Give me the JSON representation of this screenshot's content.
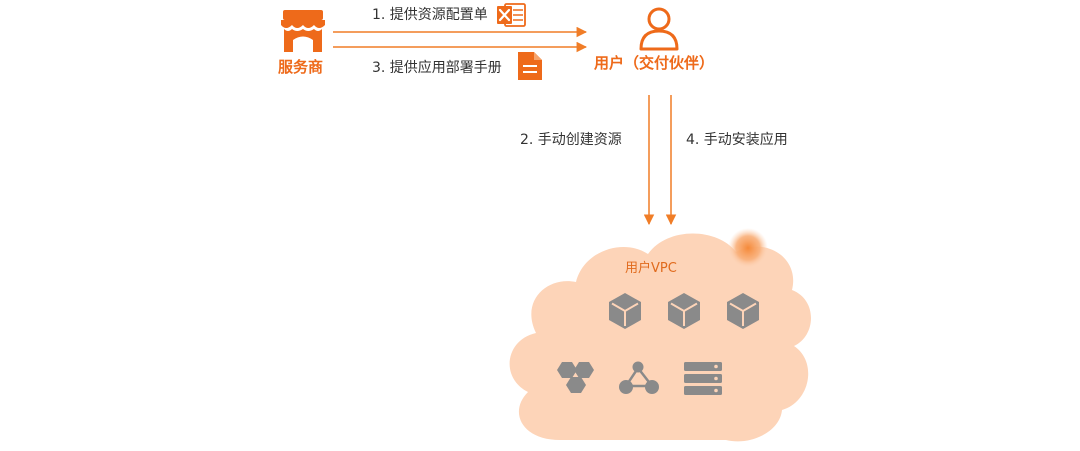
{
  "actors": {
    "provider": "服务商",
    "user": "用户（交付伙伴）"
  },
  "flows": {
    "step1": "1. 提供资源配置单",
    "step2": "2. 手动创建资源",
    "step3": "3. 提供应用部署手册",
    "step4": "4. 手动安装应用"
  },
  "cloud": {
    "label": "用户VPC"
  },
  "icons": {
    "provider": "store-icon",
    "excel": "excel-file-icon",
    "doc": "document-icon",
    "user": "user-icon",
    "cubes": "cube-icon",
    "hexagons": "hexagon-cluster-icon",
    "network": "network-topology-icon",
    "servers": "server-stack-icon"
  },
  "colors": {
    "accent": "#f07d27",
    "cloud": "#fdd4b8",
    "icon_gray": "#8a8a8a",
    "text": "#333333"
  }
}
